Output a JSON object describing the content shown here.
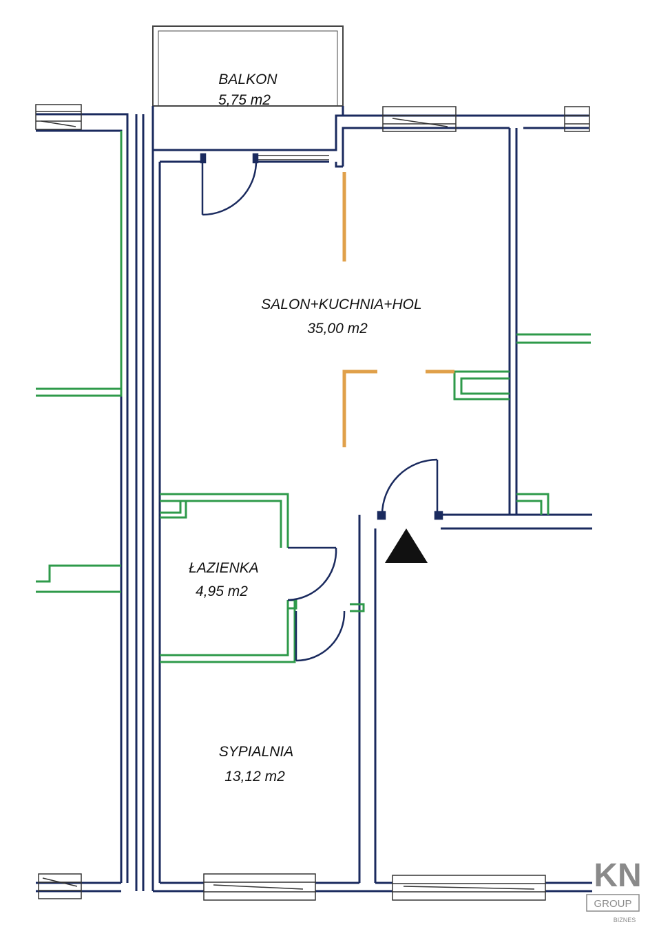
{
  "rooms": {
    "balkon": {
      "name": "BALKON",
      "area": "5,75  m2"
    },
    "salon": {
      "name": "SALON+KUCHNIA+HOL",
      "area": "35,00  m2"
    },
    "lazienka": {
      "name": "ŁAZIENKA",
      "area": "4,95  m2"
    },
    "sypialnia": {
      "name": "SYPIALNIA",
      "area": "13,12  m2"
    }
  },
  "logo": {
    "mark": "KN",
    "group": "GROUP",
    "tagline": "BIZNES"
  },
  "colors": {
    "structural_wall": "#1a2a5e",
    "partition_wall": "#2e9a4a",
    "kitchen_wall": "#e0a04a",
    "marker": "#111111",
    "logo": "#8a8a8a"
  },
  "icons": {
    "entrance_marker": "filled-triangle",
    "logo": "kn-group-logo"
  }
}
